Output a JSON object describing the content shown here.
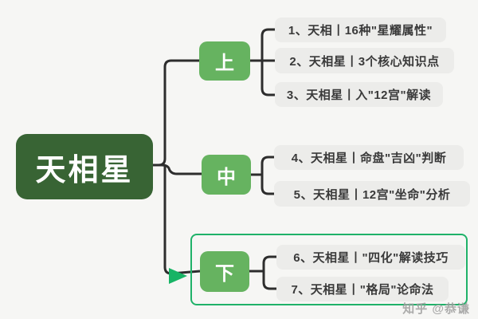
{
  "root": {
    "label": "天相星"
  },
  "branches": [
    {
      "label": "上",
      "children": [
        "1、天相丨16种\"星耀属性\"",
        "2、天相星丨3个核心知识点",
        "3、天相星丨入\"12宫\"解读"
      ]
    },
    {
      "label": "中",
      "children": [
        "4、天相星丨命盘\"吉凶\"判断",
        "5、天相星丨12宫\"坐命\"分析"
      ]
    },
    {
      "label": "下",
      "highlighted": true,
      "children": [
        "6、天相星丨\"四化\"解读技巧",
        "7、天相星丨\"格局\"论命法"
      ]
    }
  ],
  "watermark": "知乎 @恭谦",
  "colors": {
    "background": "#f6f6f4",
    "root_bg": "#386434",
    "branch_bg": "#66b360",
    "leaf_bg": "#ececea",
    "connector": "#2d2d2d",
    "highlight_border": "#1fb269",
    "arrow_green": "#17b465",
    "text_on_green": "#ffffff",
    "leaf_text": "#3a3a3a"
  }
}
